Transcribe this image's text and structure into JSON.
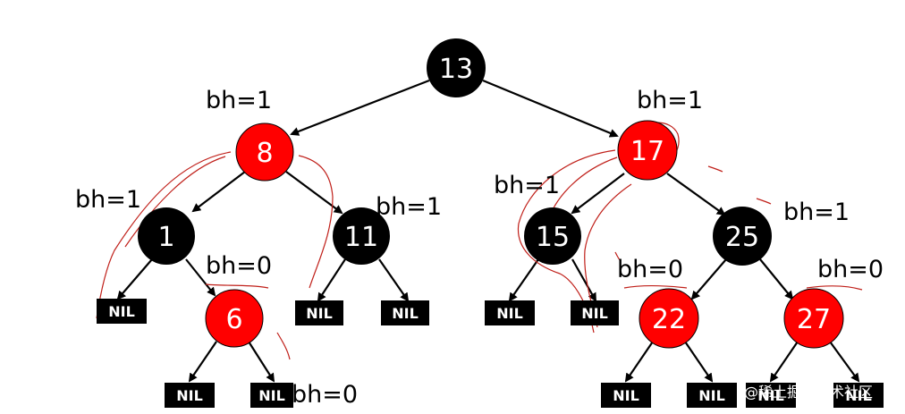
{
  "nodes": {
    "n13": {
      "label": "13",
      "color": "black"
    },
    "n8": {
      "label": "8",
      "color": "red"
    },
    "n17": {
      "label": "17",
      "color": "red"
    },
    "n1": {
      "label": "1",
      "color": "black"
    },
    "n11": {
      "label": "11",
      "color": "black"
    },
    "n15": {
      "label": "15",
      "color": "black"
    },
    "n25": {
      "label": "25",
      "color": "black"
    },
    "n6": {
      "label": "6",
      "color": "red"
    },
    "n22": {
      "label": "22",
      "color": "red"
    },
    "n27": {
      "label": "27",
      "color": "red"
    }
  },
  "nil_label": "NIL",
  "black_heights": {
    "n8": "bh=1",
    "n17": "bh=1",
    "n1": "bh=1",
    "n11": "bh=1",
    "n15": "bh=1",
    "n25": "bh=1",
    "n6": "bh=0",
    "n22": "bh=0",
    "n27": "bh=0",
    "nil_6_right": "bh=0"
  },
  "watermark": "@稀土掘金技术社区",
  "colors": {
    "red_node": "#ff0000",
    "black_node": "#000000",
    "annotation": "#c0201a"
  }
}
